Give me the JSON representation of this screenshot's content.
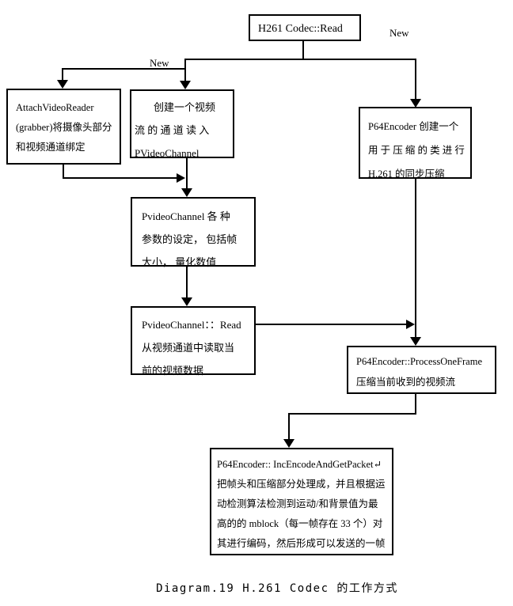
{
  "diagram": {
    "caption": "Diagram.19 H.261 Codec 的工作方式",
    "labels": {
      "new_right": "New",
      "new_left": "New"
    },
    "boxes": {
      "h261_read": {
        "lines": [
          "H261 Codec::Read"
        ]
      },
      "attach_reader": {
        "lines": [
          "AttachVideoReader",
          "(grabber)将摄像头部分",
          "和视频通道绑定"
        ]
      },
      "create_channel": {
        "lines": [
          "创建一个视频",
          "流 的 通 道 读 入",
          "PVideoChannel"
        ]
      },
      "p64_create": {
        "lines": [
          "P64Encoder 创建一个",
          "用 于 压 缩 的 类 进 行",
          "H.261 的同步压缩"
        ]
      },
      "channel_params": {
        "lines": [
          "PvideoChannel 各 种",
          "参数的设定， 包括帧",
          "大小， 量化数值"
        ]
      },
      "channel_read": {
        "lines": [
          "PvideoChannel：：Read",
          "从视频通道中读取当",
          "前的视频数据"
        ]
      },
      "process_frame": {
        "lines": [
          "P64Encoder::ProcessOneFrame",
          "压缩当前收到的视频流"
        ]
      },
      "encode_packet": {
        "lines": [
          "P64Encoder:: IncEncodeAndGetPacket↵",
          "把帧头和压缩部分处理成，并且根据运",
          "动检测算法检测到运动/和背景值为最",
          "高的的 mblock（每一帧存在 33 个）对",
          "其进行编码，然后形成可以发送的一帧"
        ]
      }
    },
    "colors": {
      "line": "#000000",
      "background": "#ffffff",
      "text": "#000000"
    }
  }
}
